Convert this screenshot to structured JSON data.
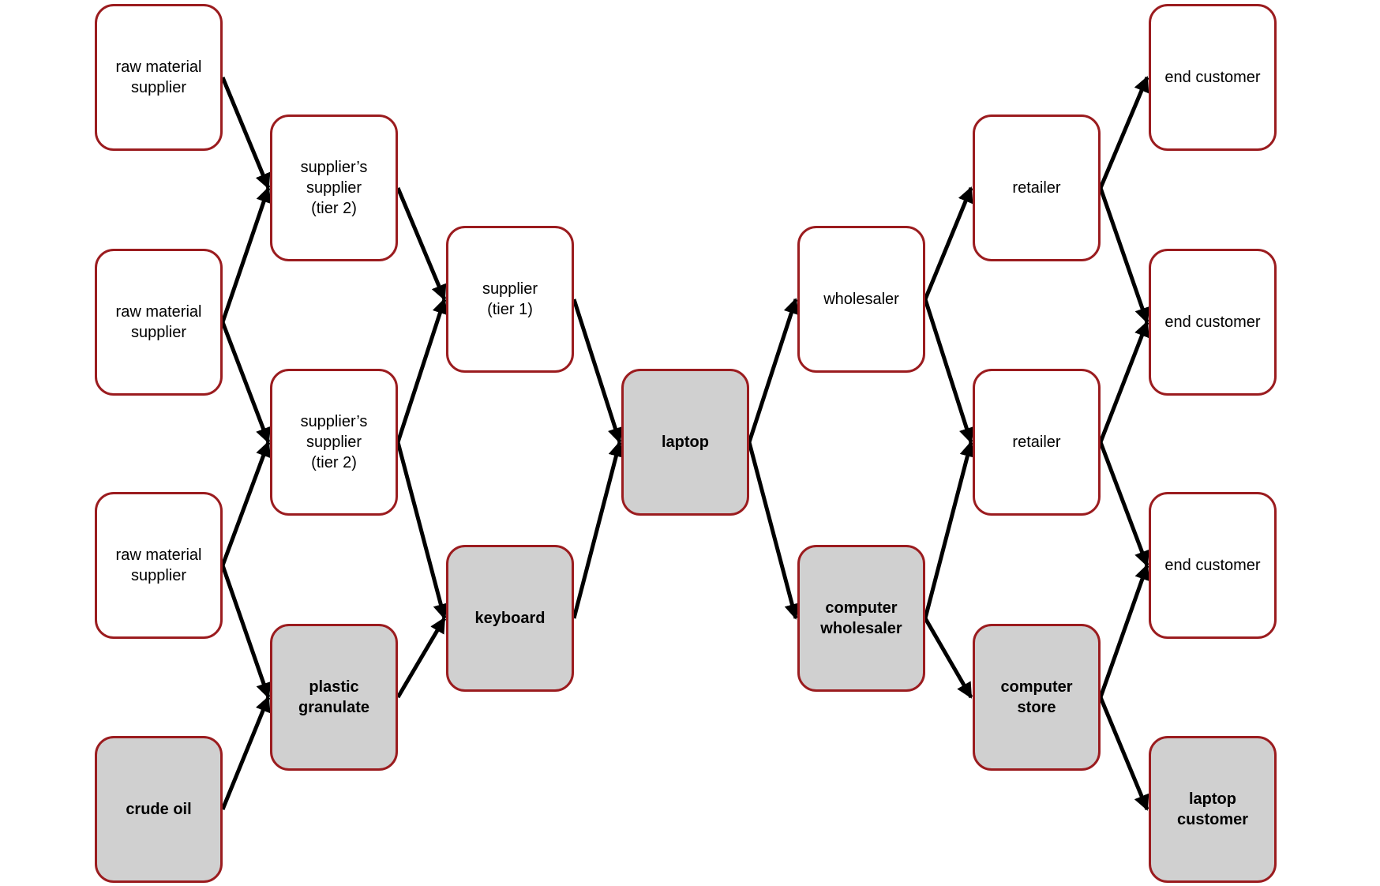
{
  "colors": {
    "border": "#9b1c1f",
    "highlight_fill": "#d0d0d0",
    "arrow": "#000000"
  },
  "nodes": {
    "rms1": "raw material\nsupplier",
    "rms2": "raw material\nsupplier",
    "rms3": "raw material\nsupplier",
    "crude": "crude oil",
    "ss1": "supplier’s\nsupplier\n(tier 2)",
    "ss2": "supplier’s\nsupplier\n(tier 2)",
    "plastic": "plastic\ngranulate",
    "sup1": "supplier\n(tier 1)",
    "keyboard": "keyboard",
    "laptop": "laptop",
    "wholesaler": "wholesaler",
    "compwh": "computer\nwholesaler",
    "ret1": "retailer",
    "ret2": "retailer",
    "compstore": "computer\nstore",
    "ec1": "end customer",
    "ec2": "end customer",
    "ec3": "end customer",
    "lapcust": "laptop\ncustomer"
  }
}
